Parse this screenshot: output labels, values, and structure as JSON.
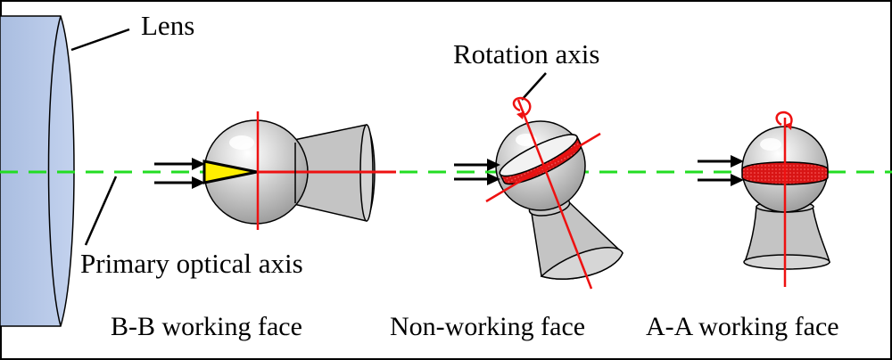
{
  "labels": {
    "lens": "Lens",
    "rotation_axis": "Rotation axis",
    "primary_optical_axis": "Primary optical axis",
    "bb_working_face": "B-B working face",
    "non_working_face": "Non-working face",
    "aa_working_face": "A-A working face"
  },
  "colors": {
    "lens_fill": "#b4c6e6",
    "optical_axis": "#22dd22",
    "axis_lines": "#ee1111",
    "working_band": "#dd1111",
    "bb_working_area": "#ffee00",
    "sphere_fill": "#c9c9c9",
    "cup_fill": "#c4c4c4"
  },
  "icons": {
    "incident_light_arrows": "double-right-arrow-icon",
    "rotation_direction": "curled-arrow-icon"
  }
}
